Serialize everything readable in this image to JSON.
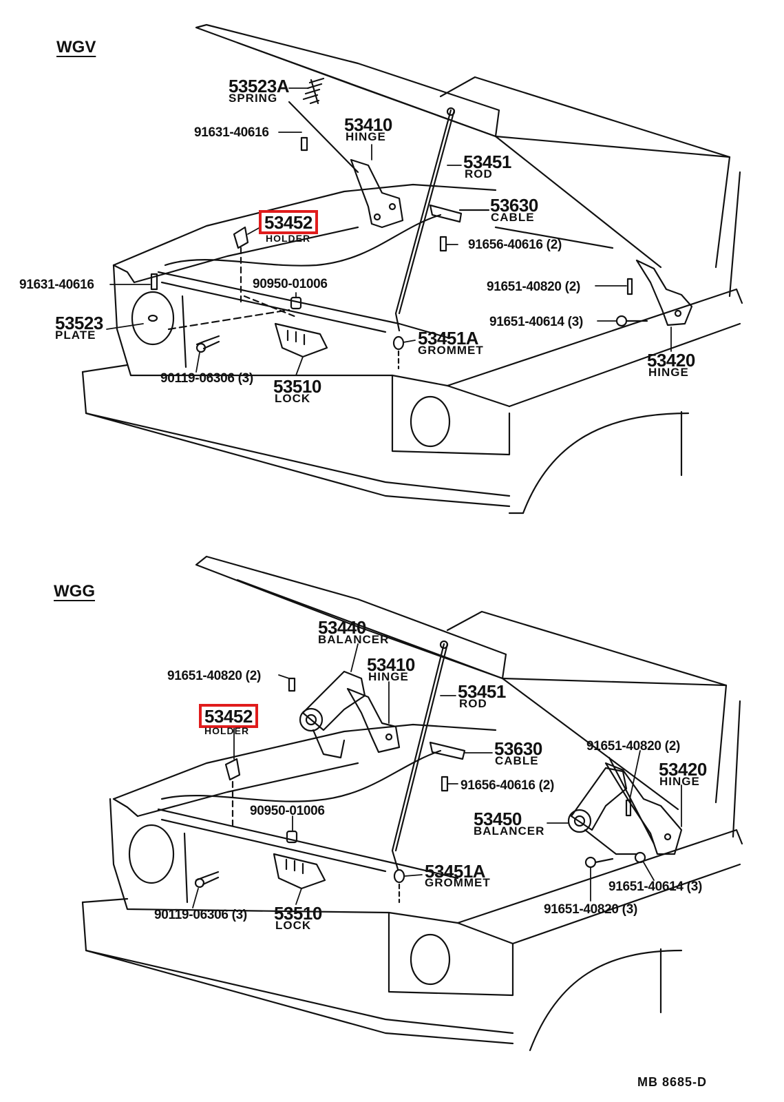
{
  "sections": {
    "top": "WGV",
    "bottom": "WGG"
  },
  "colors": {
    "highlight": "#e01c1c",
    "ink": "#111111"
  },
  "top_labels": {
    "spring_num": "53523A",
    "spring_name": "SPRING",
    "bolt_a": "91631-40616",
    "hinge_num": "53410",
    "hinge_name": "HINGE",
    "rod_num": "53451",
    "rod_name": "ROD",
    "cable_num": "53630",
    "cable_name": "CABLE",
    "holder_num": "53452",
    "holder_name": "HOLDER",
    "bolt_b": "91656-40616 (2)",
    "bolt_c": "91631-40616",
    "cushion": "90950-01006",
    "bolt_d": "91651-40820 (2)",
    "plate_num": "53523",
    "plate_name": "PLATE",
    "bolt_e": "91651-40614 (3)",
    "grommet_num": "53451A",
    "grommet_name": "GROMMET",
    "bolt_f": "90119-06306 (3)",
    "lock_num": "53510",
    "lock_name": "LOCK",
    "hinge2_num": "53420",
    "hinge2_name": "HINGE"
  },
  "bottom_labels": {
    "balancer_num": "53440",
    "balancer_name": "BALANCER",
    "hinge_num": "53410",
    "hinge_name": "HINGE",
    "bolt_a": "91651-40820 (2)",
    "rod_num": "53451",
    "rod_name": "ROD",
    "holder_num": "53452",
    "holder_name": "HOLDER",
    "cable_num": "53630",
    "cable_name": "CABLE",
    "bolt_b": "91651-40820 (2)",
    "hinge2_num": "53420",
    "hinge2_name": "HINGE",
    "bolt_c": "91656-40616 (2)",
    "cushion": "90950-01006",
    "balancer2_num": "53450",
    "balancer2_name": "BALANCER",
    "grommet_num": "53451A",
    "grommet_name": "GROMMET",
    "bolt_d": "91651-40614 (3)",
    "bolt_e": "90119-06306 (3)",
    "lock_num": "53510",
    "lock_name": "LOCK",
    "bolt_f": "91651-40820 (3)"
  },
  "diagram_code": "MB  8685-D"
}
